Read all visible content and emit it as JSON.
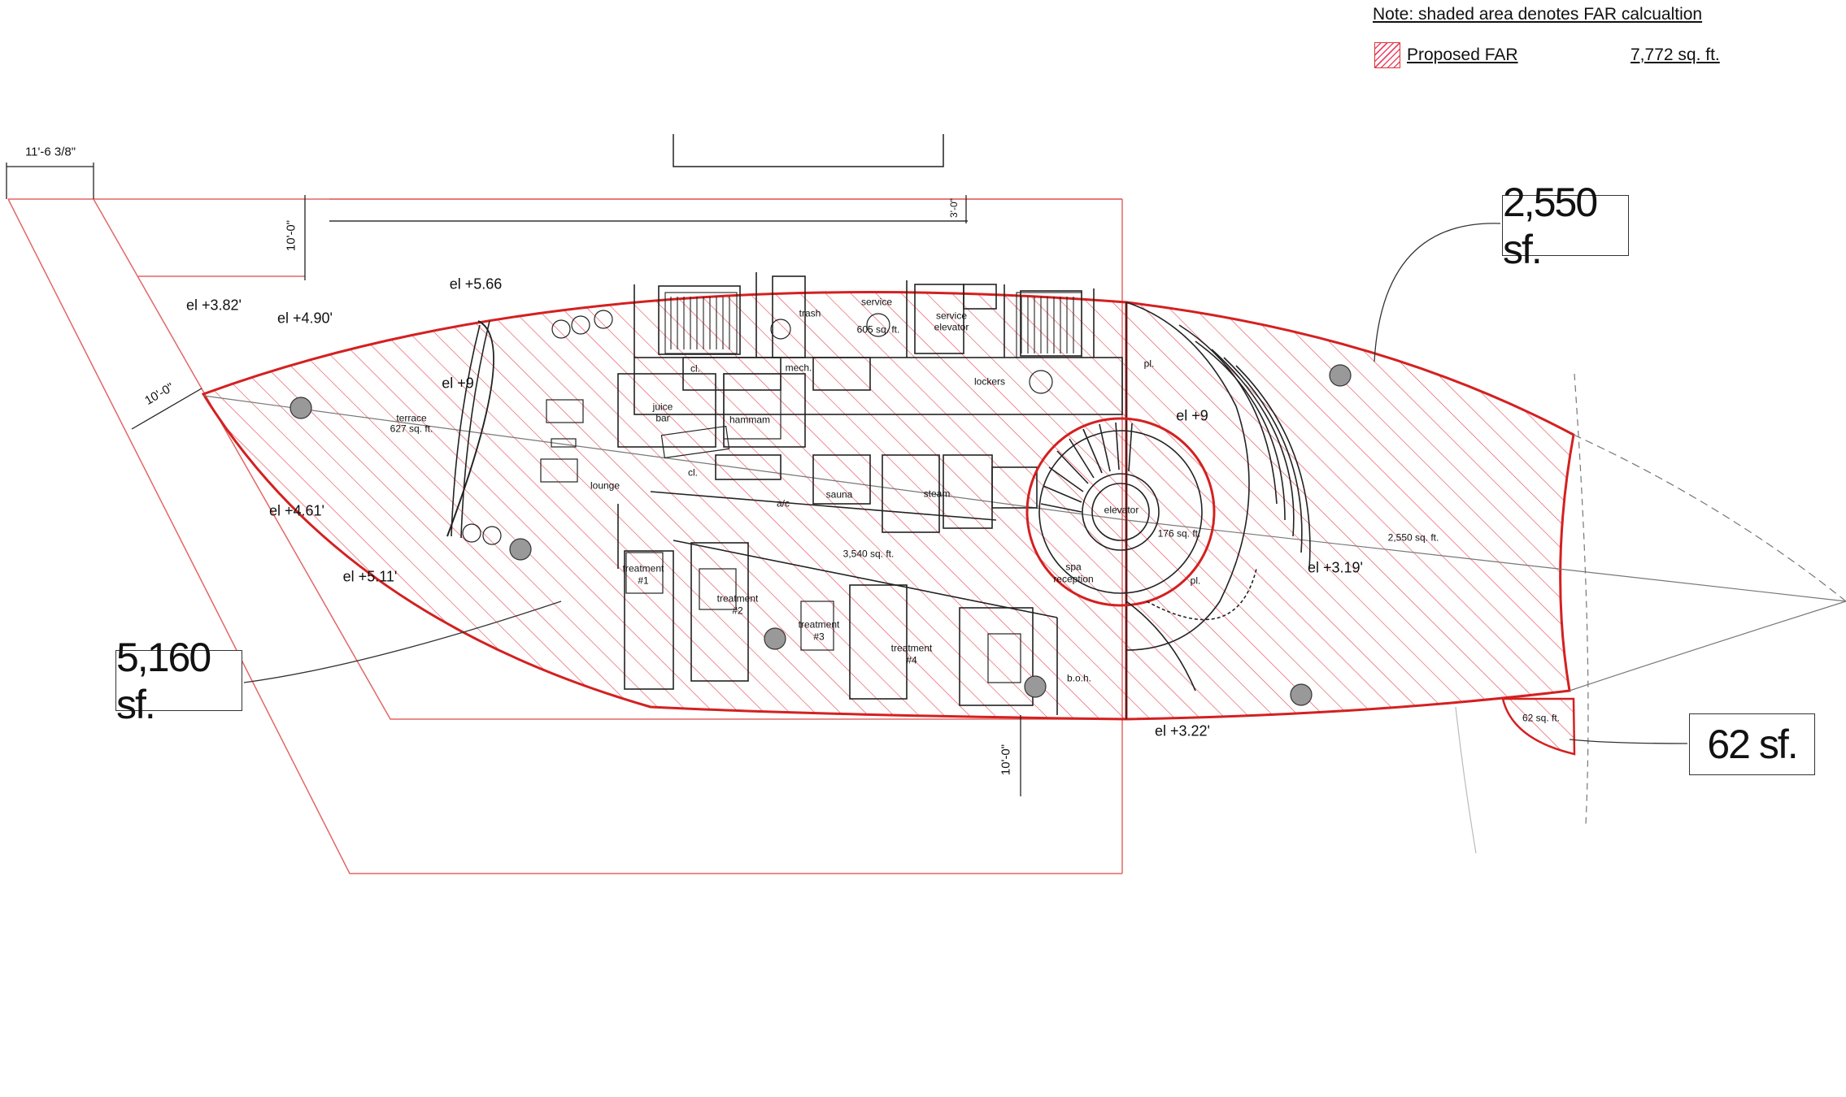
{
  "note": {
    "title": "Note: shaded area denotes FAR calcualtion",
    "legend_label": "Proposed FAR",
    "legend_value": "7,772 sq. ft."
  },
  "callouts": {
    "left": "5,160 sf.",
    "right_top": "2,550 sf.",
    "right_bottom": "62 sf."
  },
  "elevations": {
    "e1": "el +3.82'",
    "e2": "el +4.90'",
    "e3": "el +5.66",
    "e4": "el +9",
    "e5": "el +4.61'",
    "e6": "el +5.11'",
    "e7": "el +9",
    "e8": "el +3.19'",
    "e9": "el +3.22'"
  },
  "rooms": {
    "trash": "trash",
    "service": "service",
    "service_area": "605 sq. ft.",
    "service_elevator_1": "service",
    "service_elevator_2": "elevator",
    "cl1": "cl.",
    "mech": "mech.",
    "lockers": "lockers",
    "pl1": "pl.",
    "juice1": "juice",
    "juice2": "bar",
    "hammam": "hammam",
    "terrace": "terrace",
    "terrace_area": "627 sq. ft.",
    "lounge": "lounge",
    "cl2": "cl.",
    "ac": "a/c",
    "sauna": "sauna",
    "steam": "steam",
    "elevator": "elevator",
    "elevator_area": "176 sq. ft.",
    "main_area": "3,540 sq. ft.",
    "right_area": "2,550 sq. ft.",
    "treat1a": "treatment",
    "treat1b": "#1",
    "treat2a": "treatment",
    "treat2b": "#2",
    "treat3a": "treatment",
    "treat3b": "#3",
    "treat4a": "treatment",
    "treat4b": "#4",
    "spa1": "spa",
    "spa2": "reception",
    "pl2": "pl.",
    "boh": "b.o.h.",
    "small_area": "62 sq. ft."
  },
  "dimensions": {
    "d1": "11'-6 3/8\"",
    "d2": "10'-0\"",
    "d3": "3'-0\"",
    "d4": "10'-0\"",
    "d5": "10'-0\""
  },
  "colors": {
    "outline": "#d42020",
    "hatch": "#e8505e",
    "line": "#222222",
    "column": "#999999"
  }
}
